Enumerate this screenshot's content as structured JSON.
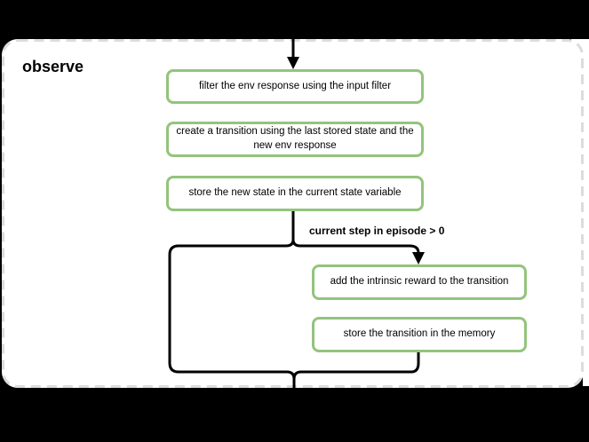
{
  "page": {
    "background_color": "#000000"
  },
  "card": {
    "title": "observe",
    "background_color": "#ffffff",
    "dashed_border_color": "#dcdcdc"
  },
  "flowchart": {
    "line_color": "#000000",
    "node_border_color": "#93c47d",
    "node_fill_color": "#ffffff",
    "main_steps": [
      {
        "label": "filter the env response using the input filter"
      },
      {
        "label": "create a transition using the last stored state and the new env response"
      },
      {
        "label": "store the new state in the current state variable"
      }
    ],
    "condition_branch": {
      "label": "current step in episode > 0",
      "steps": [
        {
          "label": "add the intrinsic reward to the transition"
        },
        {
          "label": "store the transition in the memory"
        }
      ]
    }
  }
}
